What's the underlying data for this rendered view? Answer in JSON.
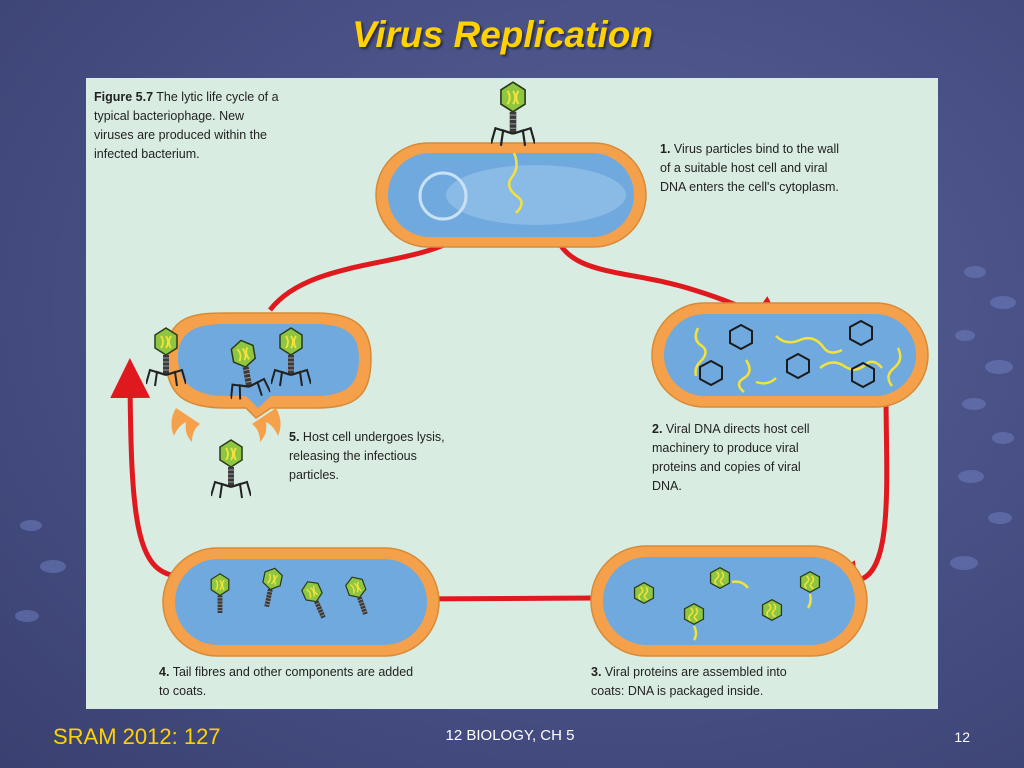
{
  "slide": {
    "title": "Virus Replication",
    "footer_reference": "SRAM 2012: 127",
    "footer_course": "12 BIOLOGY, CH 5",
    "page_number": "12"
  },
  "figure": {
    "caption_label": "Figure 5.7",
    "caption_text": "The lytic life cycle of a typical bacteriophage. New viruses are produced within the infected bacterium.",
    "steps": [
      {
        "number": "1.",
        "text": "Virus particles bind to the wall of a suitable host cell and viral DNA enters the cell's cytoplasm."
      },
      {
        "number": "2.",
        "text": "Viral DNA directs host cell machinery to produce viral proteins and copies of viral DNA."
      },
      {
        "number": "3.",
        "text": "Viral proteins are assembled into coats: DNA is packaged inside."
      },
      {
        "number": "4.",
        "text": "Tail fibres and other components are added to coats."
      },
      {
        "number": "5.",
        "text": "Host cell undergoes lysis, releasing the infectious particles."
      }
    ]
  },
  "colors": {
    "title": "#ffd200",
    "cell_wall": "#f5a04a",
    "cytoplasm": "#6fa9dd",
    "arrow": "#e0191f",
    "phage_head": "#8ec641"
  },
  "icons": [
    "bacteriophage-icon",
    "cycle-arrow-icon"
  ]
}
